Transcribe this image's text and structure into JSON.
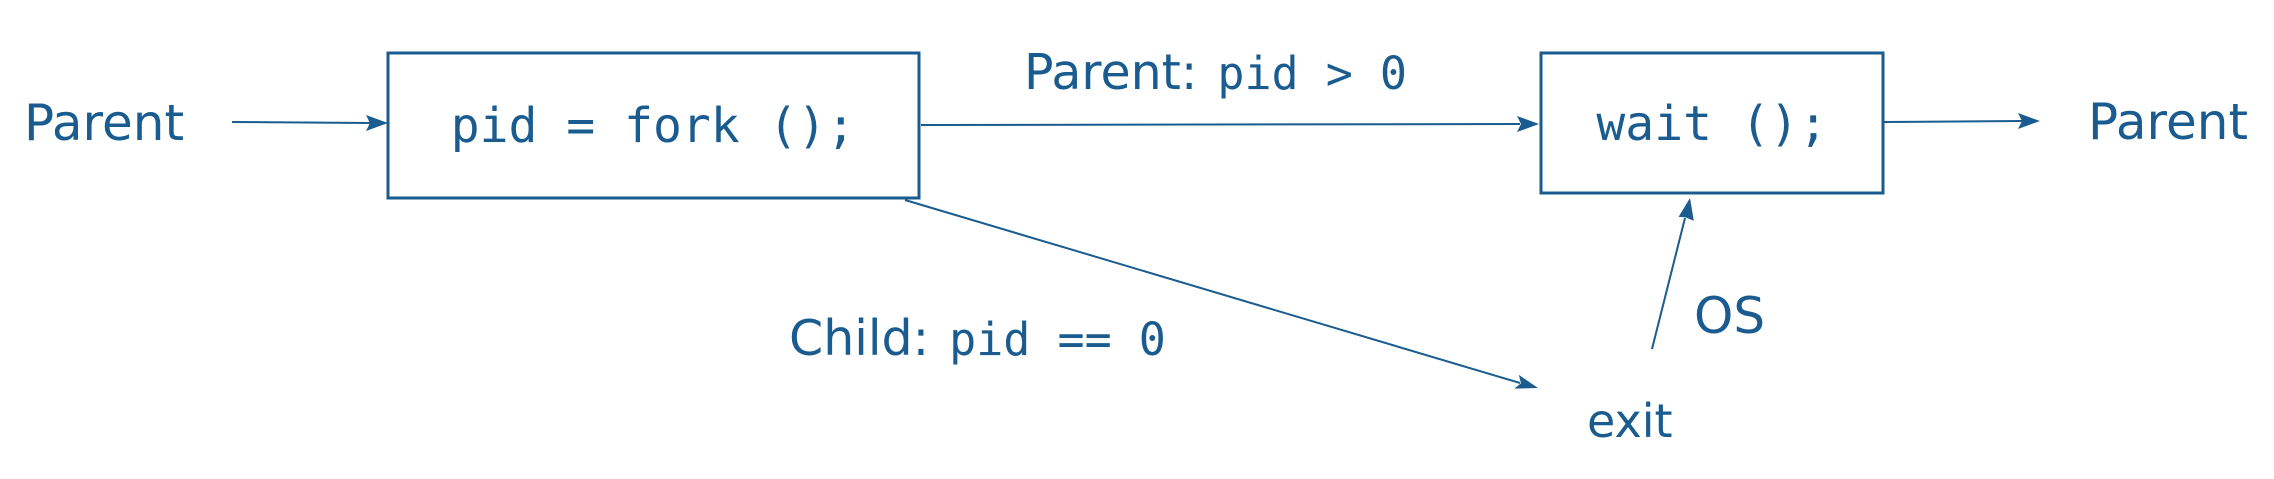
{
  "colors": {
    "ink": "#1a5c8f",
    "background": "#ffffff"
  },
  "nodes": {
    "parent_in": "Parent",
    "fork_box": "pid = fork ();",
    "wait_box": "wait ();",
    "parent_out": "Parent",
    "exit": "exit"
  },
  "edges": {
    "parent_branch": {
      "prefix": "Parent:",
      "condition": "pid > 0"
    },
    "child_branch": {
      "prefix": "Child:",
      "condition": "pid == 0"
    },
    "os": "OS"
  }
}
